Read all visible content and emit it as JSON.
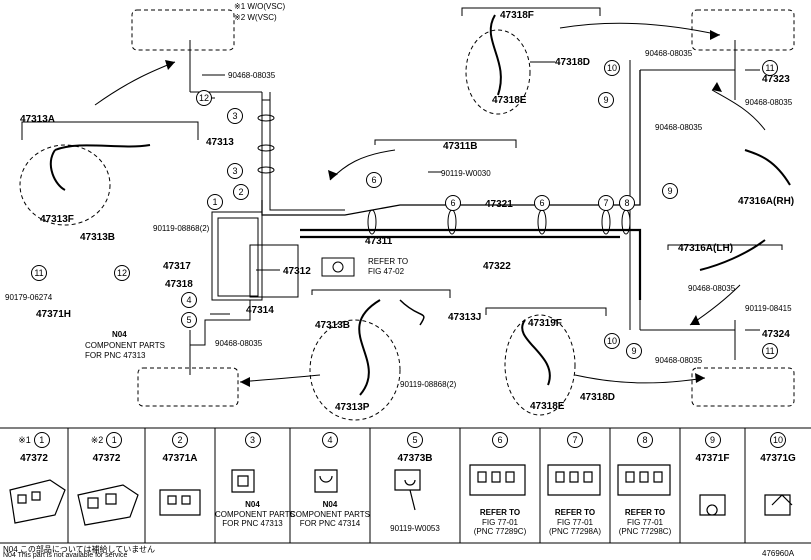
{
  "legend": {
    "note1": "※1 W/O(VSC)",
    "note2": "※2 W(VSC)"
  },
  "parts": {
    "p47318F": "47318F",
    "p47318D_top": "47318D",
    "p47318E_top": "47318E",
    "p47323": "47323",
    "p47316A_RH": "47316A(RH)",
    "p47311B": "47311B",
    "p47313A": "47313A",
    "p47313F": "47313F",
    "p47313B_left": "47313B",
    "p47313": "47313",
    "p47321": "47321",
    "p47322": "47322",
    "p47311": "47311",
    "p47317": "47317",
    "p47312": "47312",
    "p47318": "47318",
    "p47314": "47314",
    "p47316A_LH": "47316A(LH)",
    "p47324": "47324",
    "p47371H": "47371H",
    "p47313B_mid": "47313B",
    "p47313J": "47313J",
    "p47313P": "47313P",
    "p47319F": "47319F",
    "p47318E_bot": "47318E",
    "p47318D_bot": "47318D"
  },
  "bolts": {
    "b90468_1": "90468-08035",
    "b90468_2": "90468-08035",
    "b90468_3": "90468-08035",
    "b90468_4": "90468-08035",
    "b90468_5": "90468-08035",
    "b90468_6": "90468-08035",
    "b90468_7": "90468-08035",
    "b90119_W0030": "90119-W0030",
    "b90119_08868a": "90119-08868(2)",
    "b90119_08868b": "90119-08868(2)",
    "b90119_08415": "90119-08415",
    "b90179_06274": "90179-06274"
  },
  "refs": {
    "fig4702a": "REFER TO",
    "fig4702b": "FIG 47-02",
    "n04": "N04",
    "cp1": "COMPONENT PARTS",
    "cp2": "FOR PNC 47313"
  },
  "callouts": [
    "1",
    "2",
    "3",
    "4",
    "5",
    "6",
    "7",
    "8",
    "9",
    "10",
    "11",
    "12"
  ],
  "bottom_row": {
    "cells": [
      {
        "mark": "※1",
        "num": "1",
        "part": "47372"
      },
      {
        "mark": "※2",
        "num": "1",
        "part": "47372"
      },
      {
        "mark": "",
        "num": "2",
        "part": "47371A"
      },
      {
        "mark": "",
        "num": "3",
        "part": "",
        "n1": "N04",
        "n2": "COMPONENT PARTS",
        "n3": "FOR PNC 47313"
      },
      {
        "mark": "",
        "num": "4",
        "part": "",
        "n1": "N04",
        "n2": "COMPONENT PARTS",
        "n3": "FOR PNC 47314"
      },
      {
        "mark": "",
        "num": "5",
        "part": "47373B",
        "n1": "90119-W0053"
      },
      {
        "mark": "",
        "num": "6",
        "part": "",
        "n1": "REFER TO",
        "n2": "FIG 77-01",
        "n3": "(PNC 77289C)"
      },
      {
        "mark": "",
        "num": "7",
        "part": "",
        "n1": "REFER TO",
        "n2": "FIG 77-01",
        "n3": "(PNC 77298A)"
      },
      {
        "mark": "",
        "num": "8",
        "part": "",
        "n1": "REFER TO",
        "n2": "FIG 77-01",
        "n3": "(PNC 77298C)"
      },
      {
        "mark": "",
        "num": "9",
        "part": "47371F"
      },
      {
        "mark": "",
        "num": "10",
        "part": "47371G"
      }
    ]
  },
  "footnotes": {
    "jp": "N04 この部品については補給していません",
    "en": "N04 This part is not available for service"
  },
  "figure_id": "476960A"
}
